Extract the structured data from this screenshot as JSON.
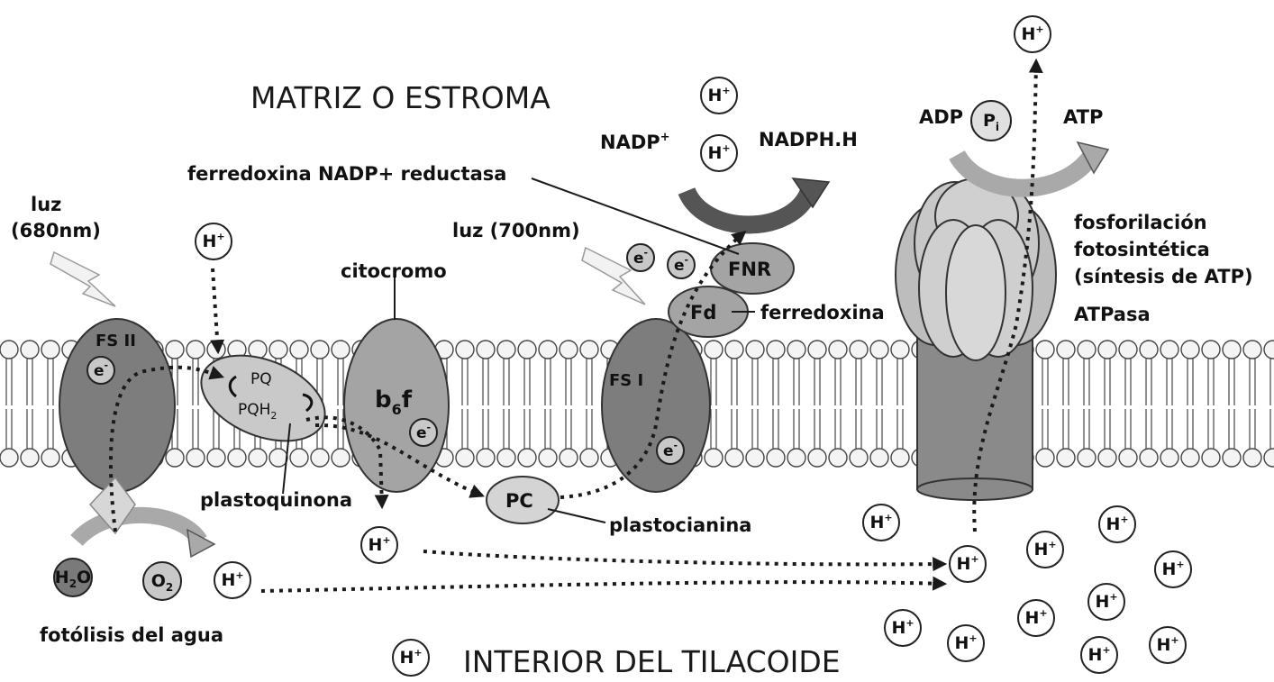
{
  "regions": {
    "stroma": "MATRIZ O ESTROMA",
    "lumen": "INTERIOR DEL TILACOIDE"
  },
  "complexes": {
    "fs2": "FS II",
    "fs1": "FS I",
    "b6f_base": "b",
    "b6f_sub": "6",
    "b6f_f": "f",
    "pc": "PC",
    "fd": "Fd",
    "fnr": "FNR",
    "pq": "PQ",
    "pqh2_base": "PQH",
    "pqh2_sub": "2"
  },
  "labels": {
    "light1_line1": "luz",
    "light1_line2": "(680nm)",
    "light2": "luz (700nm)",
    "fnr_full": "ferredoxina NADP+ reductasa",
    "cytochrome": "citocromo",
    "ferredoxin": "ferredoxina",
    "plastoquinone": "plastoquinona",
    "plastocyanin": "plastocianina",
    "photolysis": "fotólisis del agua",
    "nadp_base": "NADP",
    "nadp_sup": "+",
    "nadph": "NADPH.H",
    "adp": "ADP",
    "atp": "ATP",
    "phos_line1": "fosforilación",
    "phos_line2": "fotosintética",
    "phos_line3": "(síntesis de ATP)",
    "atpase": "ATPasa"
  },
  "molecules": {
    "electron_base": "e",
    "electron_sup": "-",
    "proton_base": "H",
    "proton_sup": "+",
    "h2o_h": "H",
    "h2o_sub": "2",
    "h2o_o": "O",
    "o2_o": "O",
    "o2_sub": "2",
    "pi_base": "P",
    "pi_sub": "i"
  },
  "colors": {
    "membrane_head": "#f2f2f2",
    "dark_protein": "#7a7a7a",
    "mid_protein": "#a5a5a5",
    "light_protein": "#c4c4c4",
    "arrow_dark": "#555555",
    "arrow_light": "#a9a9a9"
  }
}
